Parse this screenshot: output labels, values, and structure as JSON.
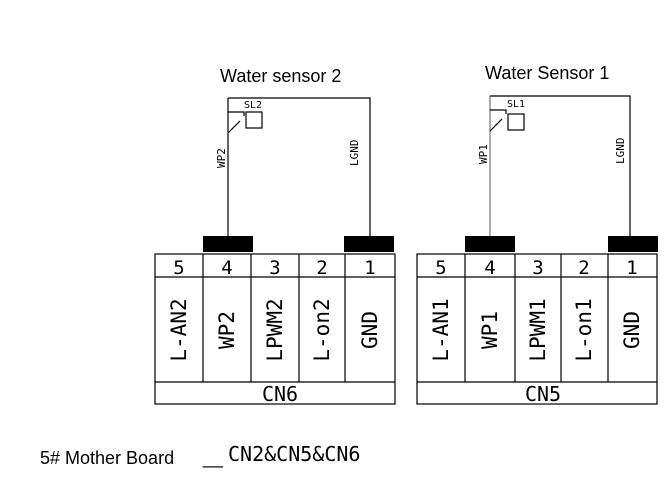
{
  "sensors": [
    {
      "title": "Water sensor 2",
      "switch_label": "SL2",
      "signal_wire": "WP2",
      "ground_wire": "LGND"
    },
    {
      "title": "Water Sensor 1",
      "switch_label": "SL1",
      "signal_wire": "WP1",
      "ground_wire": "LGND"
    }
  ],
  "connectors": [
    {
      "name": "CN6",
      "pins": [
        {
          "num": "5",
          "label": "L-AN2"
        },
        {
          "num": "4",
          "label": "WP2"
        },
        {
          "num": "3",
          "label": "LPWM2"
        },
        {
          "num": "2",
          "label": "L-on2"
        },
        {
          "num": "1",
          "label": "GND"
        }
      ]
    },
    {
      "name": "CN5",
      "pins": [
        {
          "num": "5",
          "label": "L-AN1"
        },
        {
          "num": "4",
          "label": "WP1"
        },
        {
          "num": "3",
          "label": "LPWM1"
        },
        {
          "num": "2",
          "label": "L-on1"
        },
        {
          "num": "1",
          "label": "GND"
        }
      ]
    }
  ],
  "footer": {
    "board": "5# Mother Board",
    "separator": "__",
    "connectors": "CN2&CN5&CN6"
  }
}
